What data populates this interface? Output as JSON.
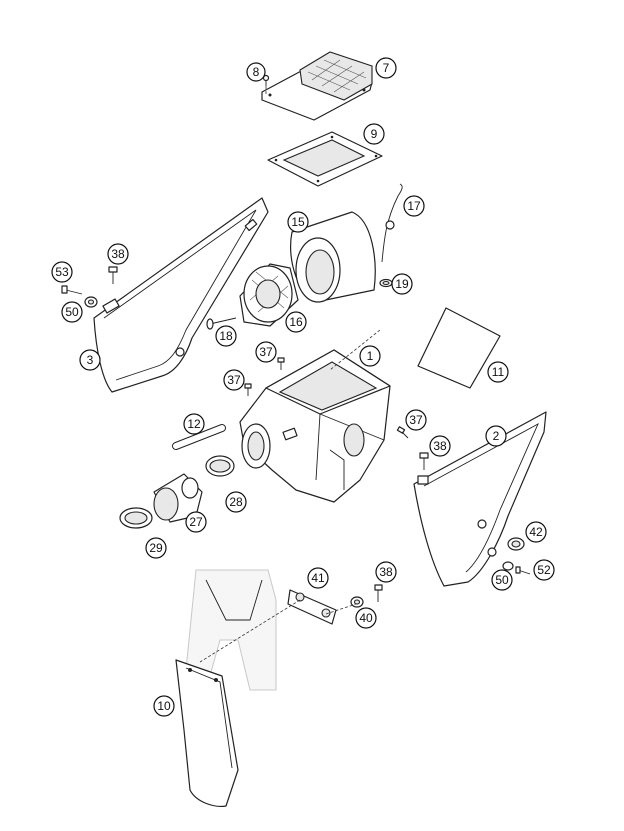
{
  "parts": [
    {
      "id": "p8",
      "label": "8"
    },
    {
      "id": "p7",
      "label": "7"
    },
    {
      "id": "p9",
      "label": "9"
    },
    {
      "id": "p17",
      "label": "17"
    },
    {
      "id": "p15",
      "label": "15"
    },
    {
      "id": "p38a",
      "label": "38"
    },
    {
      "id": "p53",
      "label": "53"
    },
    {
      "id": "p19",
      "label": "19"
    },
    {
      "id": "p50a",
      "label": "50"
    },
    {
      "id": "p16",
      "label": "16"
    },
    {
      "id": "p11",
      "label": "11"
    },
    {
      "id": "p18",
      "label": "18"
    },
    {
      "id": "p3",
      "label": "3"
    },
    {
      "id": "p37a",
      "label": "37"
    },
    {
      "id": "p1",
      "label": "1"
    },
    {
      "id": "p37b",
      "label": "37"
    },
    {
      "id": "p37c",
      "label": "37"
    },
    {
      "id": "p12",
      "label": "12"
    },
    {
      "id": "p2",
      "label": "2"
    },
    {
      "id": "p38b",
      "label": "38"
    },
    {
      "id": "p28",
      "label": "28"
    },
    {
      "id": "p27",
      "label": "27"
    },
    {
      "id": "p42",
      "label": "42"
    },
    {
      "id": "p29",
      "label": "29"
    },
    {
      "id": "p41",
      "label": "41"
    },
    {
      "id": "p38c",
      "label": "38"
    },
    {
      "id": "p52",
      "label": "52"
    },
    {
      "id": "p50b",
      "label": "50"
    },
    {
      "id": "p40",
      "label": "40"
    },
    {
      "id": "p10",
      "label": "10"
    }
  ]
}
